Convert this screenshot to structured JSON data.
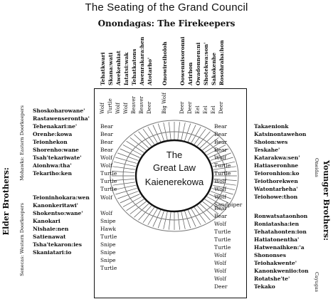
{
  "title": "The Seating of the Grand Council",
  "subtitle": "Onondagas:  The Firekeepers",
  "center": {
    "line1": "The",
    "line2": "Great Law",
    "line3": "Kaienerekowa"
  },
  "onondagas": {
    "names": [
      "Tehatkwari",
      "Skana:wati",
      "Awekenhiat",
      "Iatatsi:wak",
      "Tehatkatons",
      "Awenrakara:hen",
      "Atotarho'",
      "Onowireiholoh",
      "Oowennisoronni",
      "Arirhon",
      "Owadonnen:ni",
      "Shotekwa:son'",
      "Sakokenhe",
      "Rosohraha:hon"
    ],
    "clans": [
      "Wolf",
      "Turtle",
      "Wolf",
      "Wolf",
      "Beaver",
      "Beaver",
      "Deer",
      "Big Wolf",
      "Deer",
      "Deer",
      "Eel",
      "Eel",
      "Eel",
      "Deer"
    ]
  },
  "left_side": {
    "main_label": "Elder Brothers:",
    "mohawk_label": "Mohawks:  Eastern Doorkeepers",
    "seneca_label": "Senecas:  Western Doorkeepers",
    "mohawks": [
      {
        "name": "Shoskoharowane'",
        "clan": ""
      },
      {
        "name": "Rastawenserontha'",
        "clan": ""
      },
      {
        "name": "Tehenakari:ne'",
        "clan": "Bear"
      },
      {
        "name": "Orenhe:kowa",
        "clan": "Bear"
      },
      {
        "name": "Teionhekon",
        "clan": "Bear"
      },
      {
        "name": "Shorenho:wane",
        "clan": "Bear"
      },
      {
        "name": "Tsah'tekariwate'",
        "clan": "Wolf"
      },
      {
        "name": "Aionhwa:tha'",
        "clan": "Wolf"
      },
      {
        "name": "Tekariho:ken",
        "clan": "Turtle"
      },
      {
        "name": "",
        "clan": "Turtle"
      },
      {
        "name": "",
        "clan": "Turtle"
      }
    ],
    "senecas": [
      {
        "name": "Teioninhokara:wen",
        "clan": "Wolf"
      },
      {
        "name": "Kanonkeritawi'",
        "clan": ""
      },
      {
        "name": "Shokentso:wane'",
        "clan": "Wolf"
      },
      {
        "name": "Kanokari",
        "clan": "Snipe"
      },
      {
        "name": "Nishaie:nen",
        "clan": "Hawk"
      },
      {
        "name": "Satienawat",
        "clan": "Turtle"
      },
      {
        "name": "Tsha'tekaron:ies",
        "clan": "Snipe"
      },
      {
        "name": "Skaniatari:io",
        "clan": "Snipe"
      },
      {
        "name": "",
        "clan": "Snipe"
      },
      {
        "name": "",
        "clan": "Turtle"
      }
    ]
  },
  "right_side": {
    "main_label": "Younger Brothers:",
    "oneida_label": "Oneidas",
    "cayuga_label": "Cayugas",
    "oneidas": [
      {
        "name": "",
        "clan": ""
      },
      {
        "name": "",
        "clan": ""
      },
      {
        "name": "Takaenionk",
        "clan": "Bear"
      },
      {
        "name": "Katsinontawehon",
        "clan": "Bear"
      },
      {
        "name": "Shoion:wes",
        "clan": "Bear"
      },
      {
        "name": "Teskahe'",
        "clan": "Bear"
      },
      {
        "name": "Katarakwa:sen'",
        "clan": "Wolf"
      },
      {
        "name": "Hatiaseronhne",
        "clan": "Turtle"
      },
      {
        "name": "Teioronhion:ko",
        "clan": "Turtle"
      },
      {
        "name": "Teiothorekwen",
        "clan": "Wolf"
      },
      {
        "name": "Watontarheha'",
        "clan": "Wolf"
      },
      {
        "name": "Teiohowe:thon",
        "clan": "Wolf"
      },
      {
        "name": "",
        "clan": "Sandpiper"
      }
    ],
    "cayugas": [
      {
        "name": "",
        "clan": "Bear"
      },
      {
        "name": "Ronwatsataonhon",
        "clan": "Bear"
      },
      {
        "name": "Roniatasha:ien",
        "clan": "Wolf"
      },
      {
        "name": "Tehatahonten:ion",
        "clan": "Turtle"
      },
      {
        "name": "Hatiatonentha'",
        "clan": "Turtle"
      },
      {
        "name": "Hatwenaihken:'a",
        "clan": "Turtle"
      },
      {
        "name": "Shononses",
        "clan": "Wolf"
      },
      {
        "name": "Teiohakwente'",
        "clan": "Wolf"
      },
      {
        "name": "Kanonkweniio:ton",
        "clan": "Wolf"
      },
      {
        "name": "Rotatshe'te'",
        "clan": "Wolf"
      },
      {
        "name": "Tekako",
        "clan": "Deer"
      }
    ]
  }
}
